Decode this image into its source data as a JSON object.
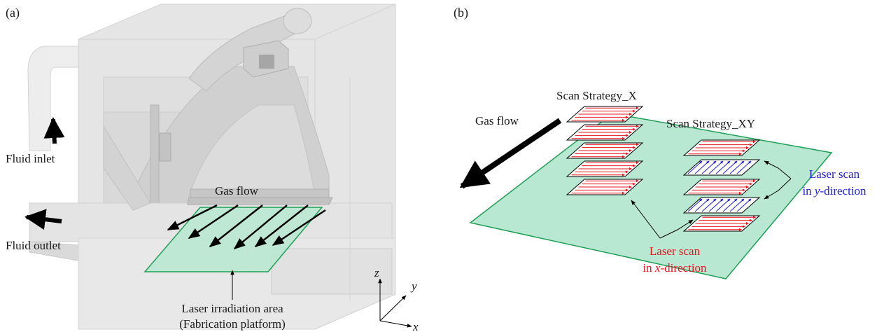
{
  "panel_a": {
    "panel_label": "(a)",
    "fluid_inlet": "Fluid inlet",
    "fluid_outlet": "Fluid outlet",
    "gas_flow": "Gas flow",
    "laser_area_line1": "Laser irradiation area",
    "laser_area_line2": "(Fabrication platform)",
    "axis_z": "z",
    "axis_y": "y",
    "axis_x": "x"
  },
  "panel_b": {
    "panel_label": "(b)",
    "gas_flow": "Gas flow",
    "strategy_x": "Scan Strategy_X",
    "strategy_xy": "Scan Strategy_XY",
    "laser_scan_x_line1": "Laser scan",
    "laser_scan_x_line2_prefix": "in ",
    "laser_scan_x_line2_var": "x",
    "laser_scan_x_line2_suffix": "-direction",
    "laser_scan_y_line1": "Laser scan",
    "laser_scan_y_line2_prefix": "in ",
    "laser_scan_y_line2_var": "y",
    "laser_scan_y_line2_suffix": "-direction"
  },
  "colors": {
    "platform_fill": "#b9e8d2",
    "platform_stroke": "#1f9f55",
    "x_scan": "#e8141b",
    "y_scan": "#1e1ed0",
    "chamber": "#d9d9d9"
  }
}
